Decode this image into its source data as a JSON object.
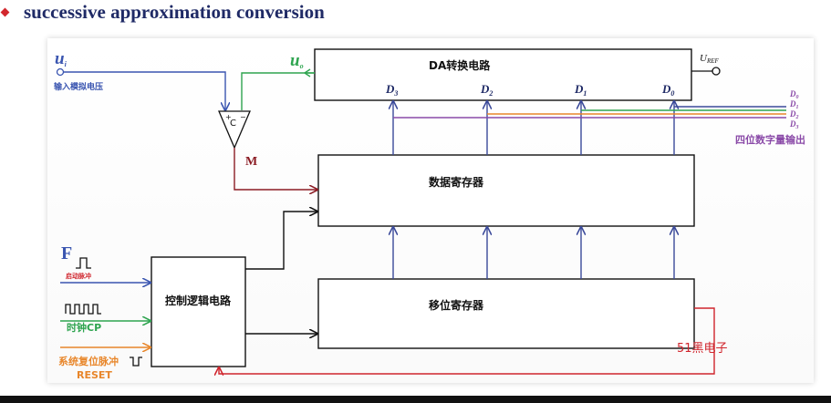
{
  "heading": {
    "text": "successive approximation conversion"
  },
  "diagram": {
    "input": {
      "symbol": "u",
      "subscript": "i",
      "label": "输入模拟电压"
    },
    "output_analog": {
      "symbol": "u",
      "subscript": "o"
    },
    "comparator": {
      "label": "C",
      "plus": "+",
      "minus": "−",
      "output_label": "M"
    },
    "dac": {
      "title": "DA转换电路",
      "ref": {
        "symbol": "U",
        "subscript": "REF"
      },
      "bits": [
        {
          "symbol": "D",
          "subscript": "3"
        },
        {
          "symbol": "D",
          "subscript": "2"
        },
        {
          "symbol": "D",
          "subscript": "1"
        },
        {
          "symbol": "D",
          "subscript": "0"
        }
      ]
    },
    "data_register": {
      "title": "数据寄存器"
    },
    "shift_register": {
      "title": "移位寄存器"
    },
    "control_logic": {
      "title": "控制逻辑电路"
    },
    "outputs": {
      "bits": [
        {
          "symbol": "D",
          "subscript": "0"
        },
        {
          "symbol": "D",
          "subscript": "1"
        },
        {
          "symbol": "D",
          "subscript": "2"
        },
        {
          "symbol": "D",
          "subscript": "3"
        }
      ],
      "label": "四位数字量输出"
    },
    "control_inputs": {
      "start": {
        "symbol": "F",
        "label": "启动脉冲"
      },
      "clock": {
        "label": "时钟CP"
      },
      "reset": {
        "label": "系统复位脉冲",
        "label2": "RESET"
      }
    },
    "watermark": "51黑电子",
    "colors": {
      "input": "#3a55b0",
      "green": "#2ea44f",
      "red": "#8b1c24",
      "blue": "#3b4a9a",
      "orange": "#e8862a",
      "purple": "#8a4aa8",
      "reset_red": "#d0242c",
      "navy": "#1f2a66"
    }
  }
}
